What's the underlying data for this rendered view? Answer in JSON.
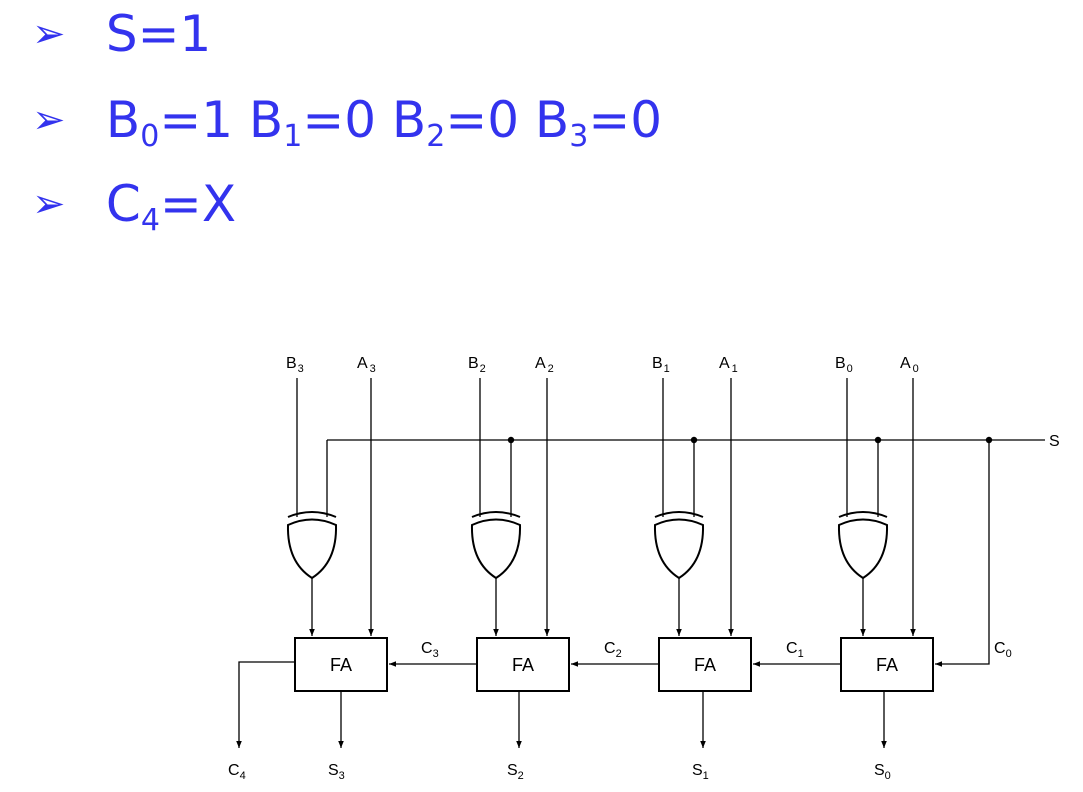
{
  "bullets": [
    {
      "segments": [
        {
          "text": "S=1",
          "sub": ""
        }
      ]
    },
    {
      "segments": [
        {
          "text": "B",
          "sub": "0"
        },
        {
          "text": "=1 B",
          "sub": "1"
        },
        {
          "text": "=0 B",
          "sub": "2"
        },
        {
          "text": "=0 B",
          "sub": "3"
        },
        {
          "text": "=0",
          "sub": ""
        }
      ]
    },
    {
      "segments": [
        {
          "text": "C",
          "sub": "4"
        },
        {
          "text": "=X",
          "sub": ""
        }
      ]
    }
  ],
  "bullet_symbol": "➢",
  "colors": {
    "bullet_text": "#3333ee",
    "wires": "#000000"
  },
  "circuit": {
    "control_label": "S",
    "block_label": "FA",
    "stages": [
      {
        "b": "B",
        "b_sub": "3",
        "a": "A",
        "a_sub": "3",
        "sum": "S",
        "sum_sub": "3"
      },
      {
        "b": "B",
        "b_sub": "2",
        "a": "A",
        "a_sub": "2",
        "sum": "S",
        "sum_sub": "2"
      },
      {
        "b": "B",
        "b_sub": "1",
        "a": "A",
        "a_sub": "1",
        "sum": "S",
        "sum_sub": "1"
      },
      {
        "b": "B",
        "b_sub": "0",
        "a": "A",
        "a_sub": "0",
        "sum": "S",
        "sum_sub": "0"
      }
    ],
    "carries": [
      {
        "label": "C",
        "sub": "4"
      },
      {
        "label": "C",
        "sub": "3"
      },
      {
        "label": "C",
        "sub": "2"
      },
      {
        "label": "C",
        "sub": "1"
      },
      {
        "label": "C",
        "sub": "0"
      }
    ]
  }
}
